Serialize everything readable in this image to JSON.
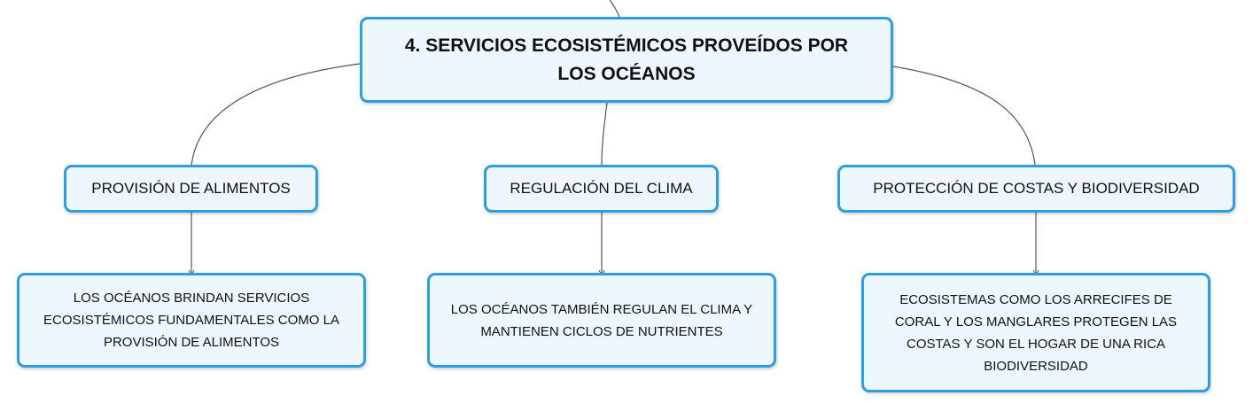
{
  "root": {
    "label": "4. SERVICIOS ECOSISTÉMICOS PROVEÍDOS POR LOS OCÉANOS"
  },
  "branches": [
    {
      "label": "PROVISIÓN DE ALIMENTOS",
      "detail": "LOS OCÉANOS BRINDAN SERVICIOS ECOSISTÉMICOS FUNDAMENTALES COMO LA PROVISIÓN DE ALIMENTOS"
    },
    {
      "label": "REGULACIÓN DEL CLIMA",
      "detail": "LOS OCÉANOS TAMBIÉN REGULAN EL CLIMA Y MANTIENEN CICLOS DE NUTRIENTES"
    },
    {
      "label": "PROTECCIÓN DE COSTAS Y BIODIVERSIDAD",
      "detail": "ECOSISTEMAS COMO LOS ARRECIFES DE CORAL Y LOS MANGLARES PROTEGEN LAS COSTAS Y SON EL HOGAR DE UNA RICA BIODIVERSIDAD"
    }
  ],
  "colors": {
    "node_border": "#2d9ee0",
    "node_fill": "#eef7fd",
    "connector": "#555555"
  }
}
